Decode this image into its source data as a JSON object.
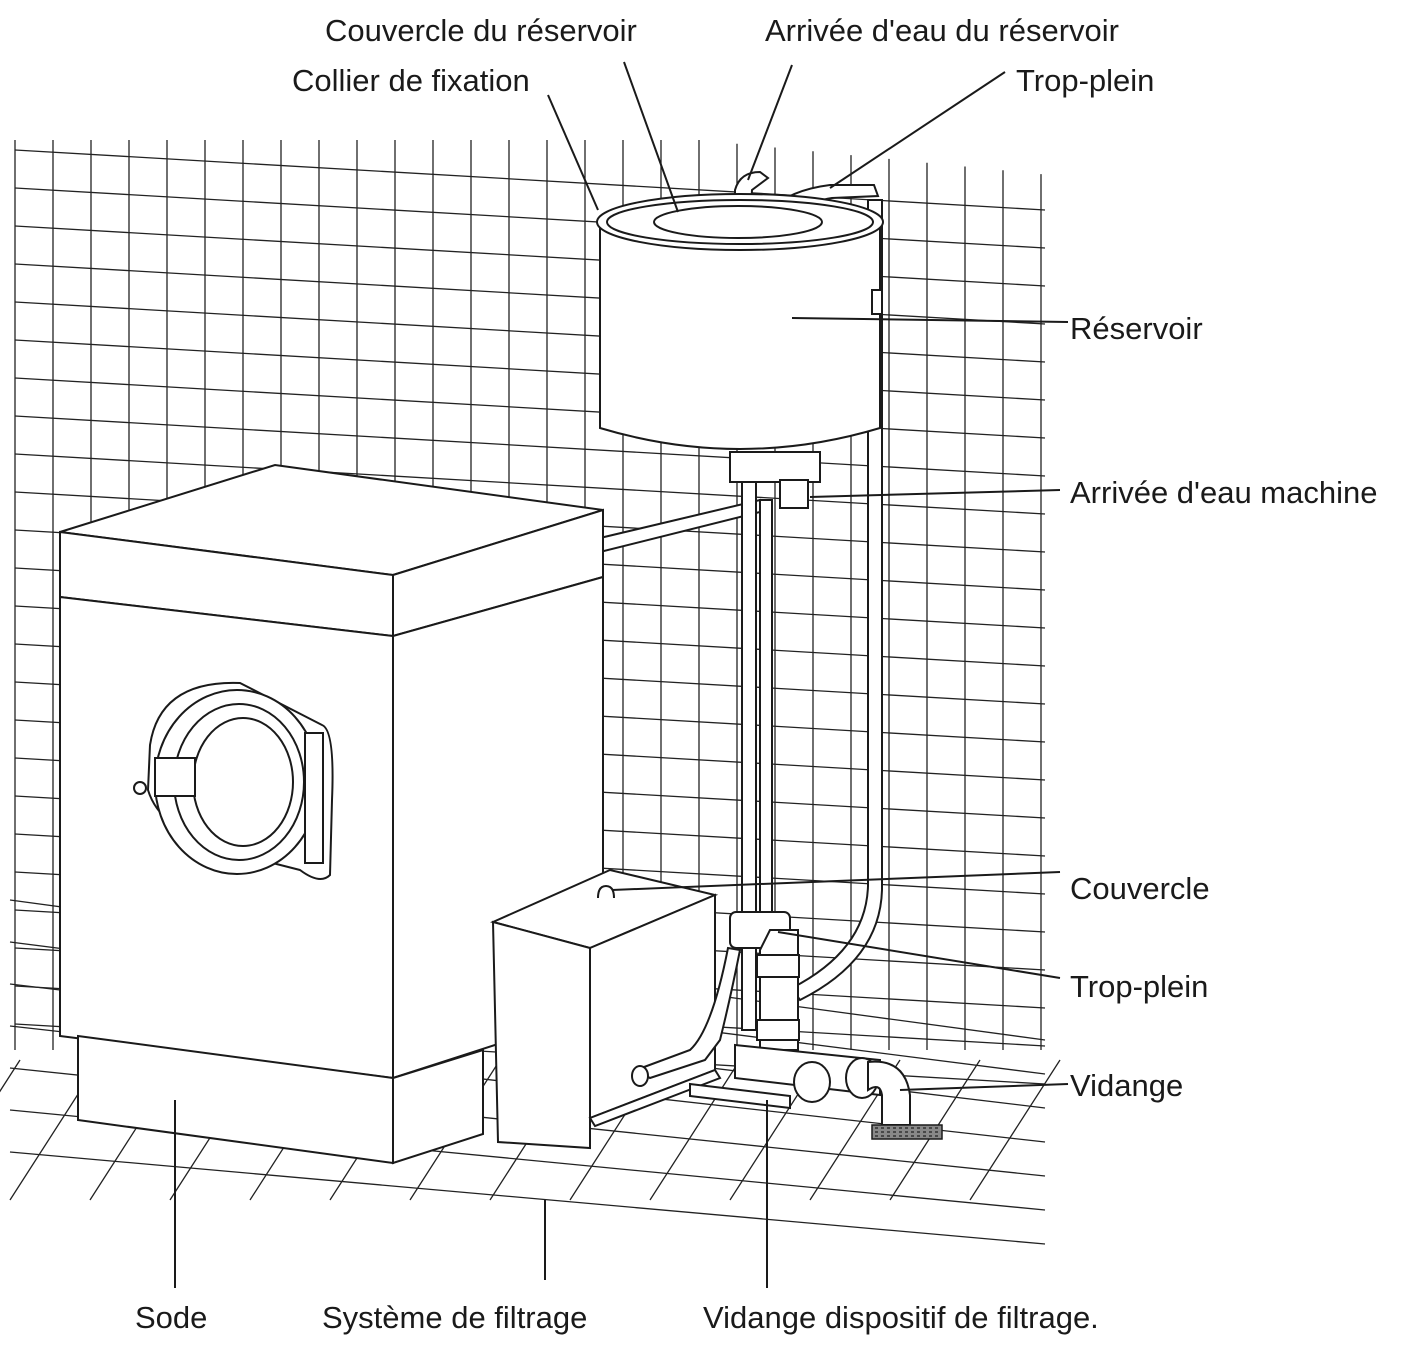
{
  "labels": {
    "tank_lid": "Couvercle du réservoir",
    "tank_inlet": "Arrivée d'eau du réservoir",
    "clamp": "Collier de fixation",
    "overflow_top": "Trop-plein",
    "tank": "Réservoir",
    "machine_inlet": "Arrivée d'eau machine",
    "cover": "Couvercle",
    "overflow_bottom": "Trop-plein",
    "drain": "Vidange",
    "plinth": "Sode",
    "filter_system": "Système de filtrage",
    "filter_drain": "Vidange dispositif de filtrage."
  }
}
